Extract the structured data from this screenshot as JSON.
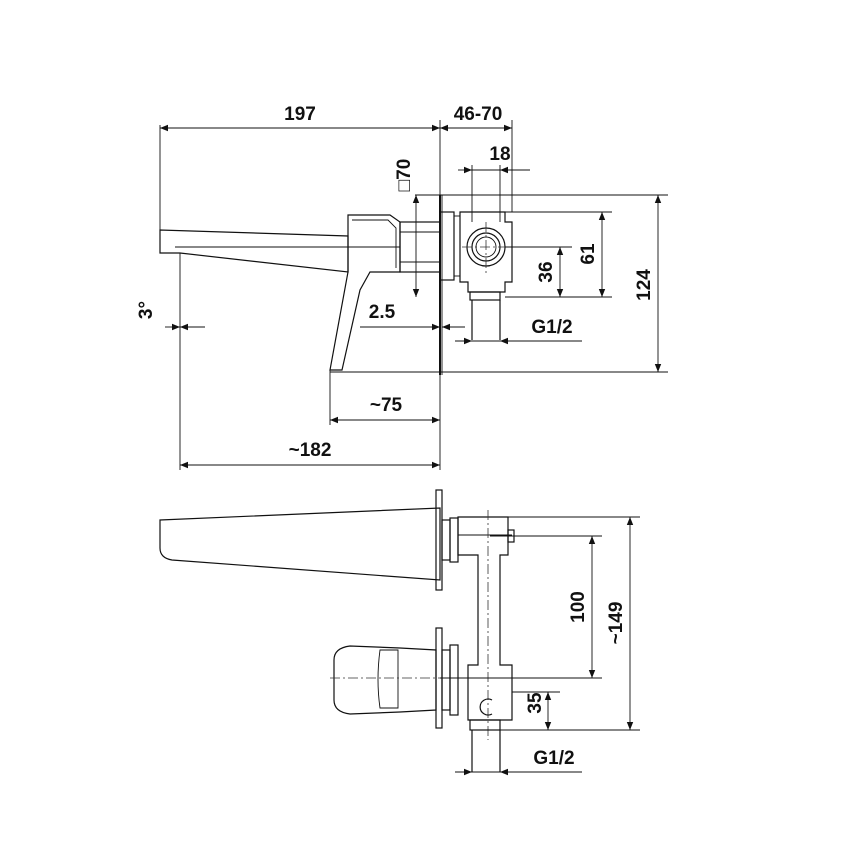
{
  "diagram": {
    "top_view": {
      "dim_spout_length": "197",
      "dim_wall_range": "46-70",
      "dim_rosette": "□70",
      "dim_inlet_width": "18",
      "dim_height_36": "36",
      "dim_height_61": "61",
      "dim_height_124": "124",
      "dim_offset": "2.5",
      "dim_angle": "3°",
      "dim_thread": "G1/2",
      "dim_lever": "~75",
      "dim_outlet": "~182"
    },
    "side_view": {
      "dim_spacing": "100",
      "dim_total": "~149",
      "dim_bottom": "35",
      "dim_thread": "G1/2"
    }
  }
}
